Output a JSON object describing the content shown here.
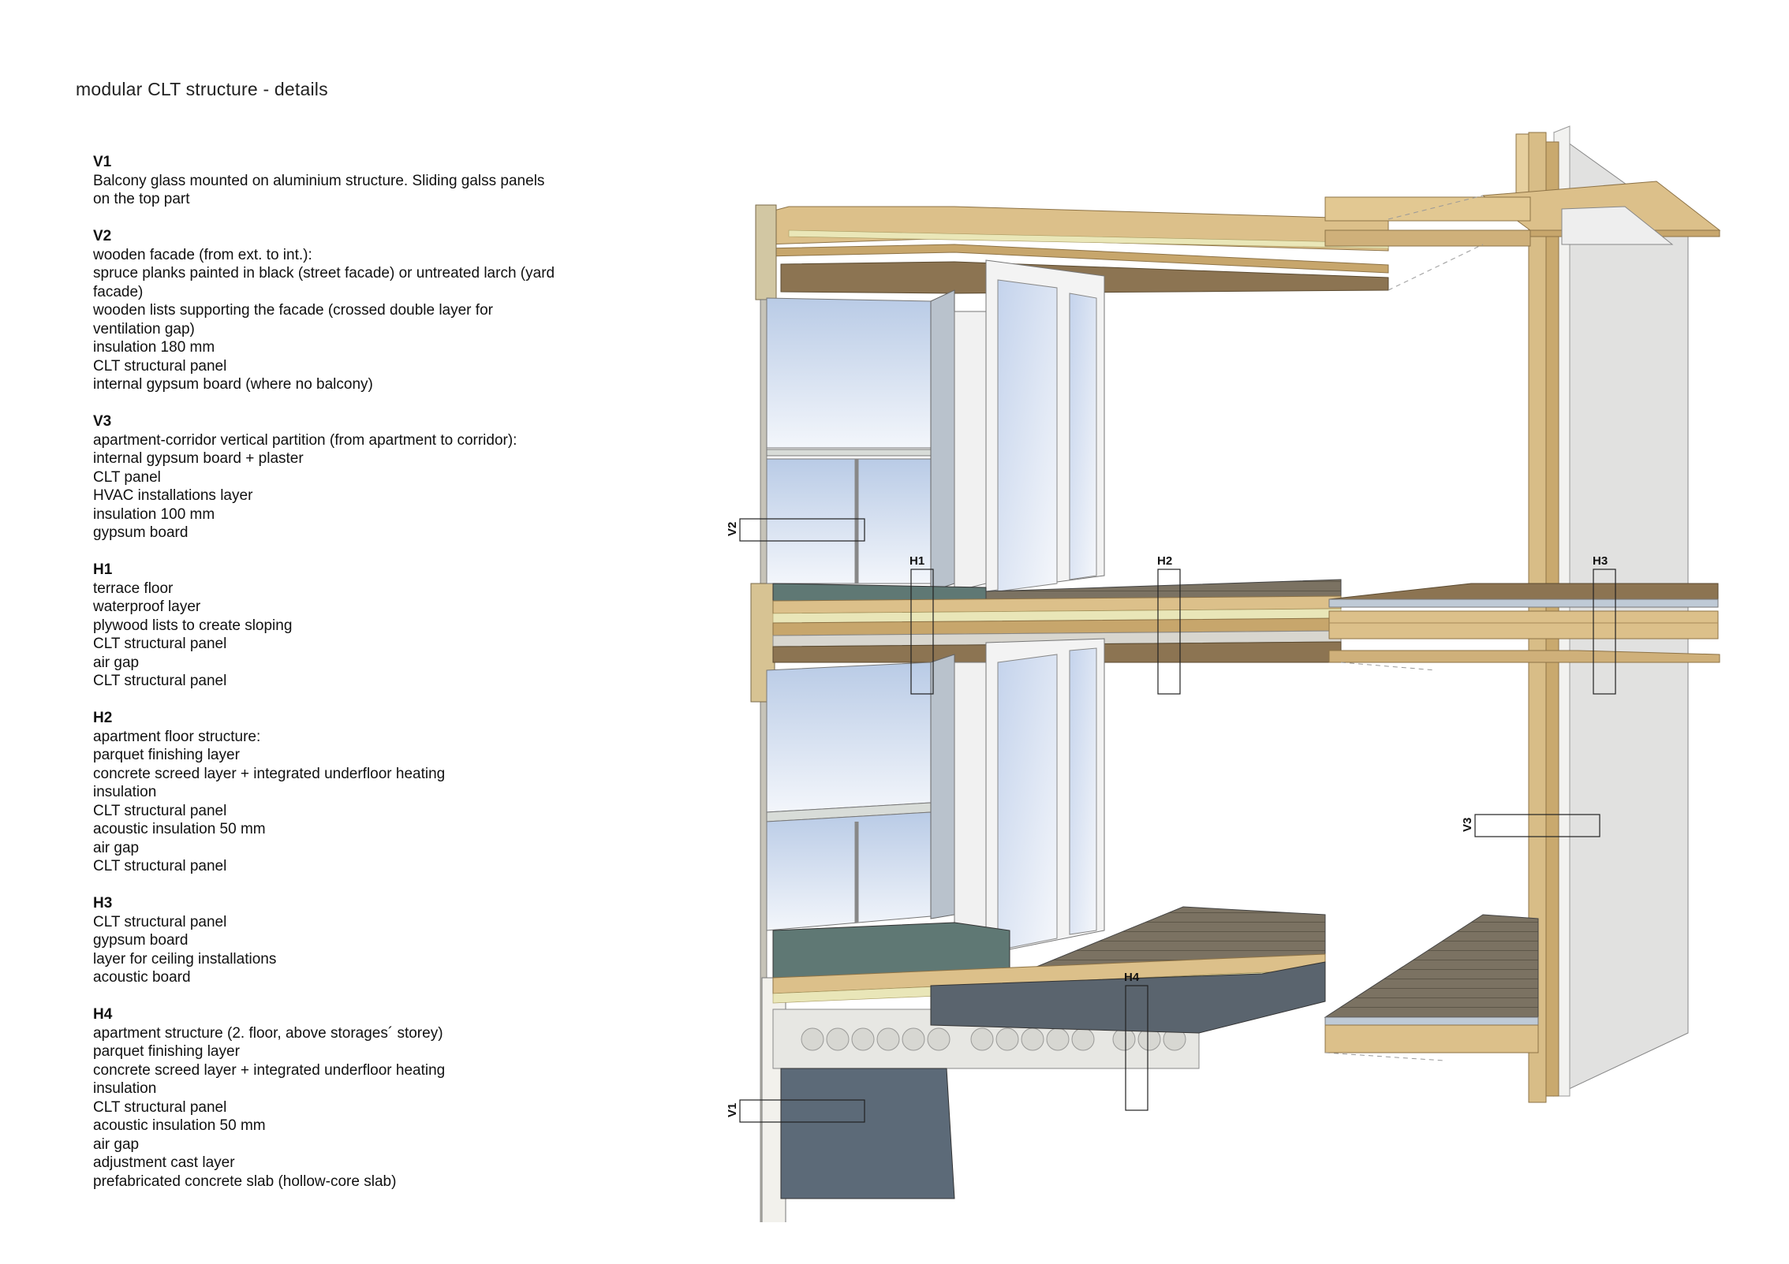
{
  "title": "modular CLT structure - details",
  "legend": [
    {
      "code": "V1",
      "lines": [
        "Balcony glass mounted on aluminium structure. Sliding galss panels",
        "on the top part"
      ]
    },
    {
      "code": "V2",
      "lines": [
        "wooden facade (from ext. to int.):",
        "spruce planks painted in black (street facade) or untreated larch (yard",
        "facade)",
        "wooden lists supporting the facade (crossed double layer for",
        "ventilation gap)",
        "insulation 180 mm",
        "CLT structural panel",
        "internal gypsum board (where no balcony)"
      ]
    },
    {
      "code": "V3",
      "lines": [
        "apartment-corridor vertical partition (from apartment to corridor):",
        "internal gypsum board + plaster",
        "CLT panel",
        "HVAC installations layer",
        "insulation 100 mm",
        "gypsum board"
      ]
    },
    {
      "code": "H1",
      "lines": [
        "terrace floor",
        "waterproof layer",
        "plywood lists to create sloping",
        "CLT structural panel",
        "air gap",
        "CLT structural  panel"
      ]
    },
    {
      "code": "H2",
      "lines": [
        "apartment floor structure:",
        "parquet finishing layer",
        "concrete screed layer + integrated underfloor heating",
        "insulation",
        "CLT structural panel",
        "acoustic insulation 50 mm",
        "air gap",
        "CLT structural panel"
      ]
    },
    {
      "code": "H3",
      "lines": [
        "CLT structural panel",
        "gypsum board",
        "layer for ceiling installations",
        "acoustic board"
      ]
    },
    {
      "code": "H4",
      "lines": [
        "apartment structure (2. floor, above storages´ storey)",
        "parquet finishing layer",
        "concrete screed layer + integrated underfloor heating",
        "insulation",
        "CLT structural panel",
        "acoustic insulation 50 mm",
        "air gap",
        "adjustment cast layer",
        "prefabricated concrete slab (hollow-core slab)"
      ]
    }
  ],
  "detail_tags": {
    "v1": "V1",
    "v2": "V2",
    "v3": "V3",
    "h1": "H1",
    "h2": "H2",
    "h3": "H3",
    "h4": "H4"
  },
  "colors": {
    "wood": "#d9be8a",
    "wood_dark": "#b89560",
    "insulation": "#e9e6b6",
    "glass": "#cddcf0",
    "deck": "#7d7260",
    "concrete": "#e6e6e2",
    "wall_grey": "#e2e2e2",
    "floor_green": "#5f7874",
    "shadow": "#5c6a78"
  }
}
